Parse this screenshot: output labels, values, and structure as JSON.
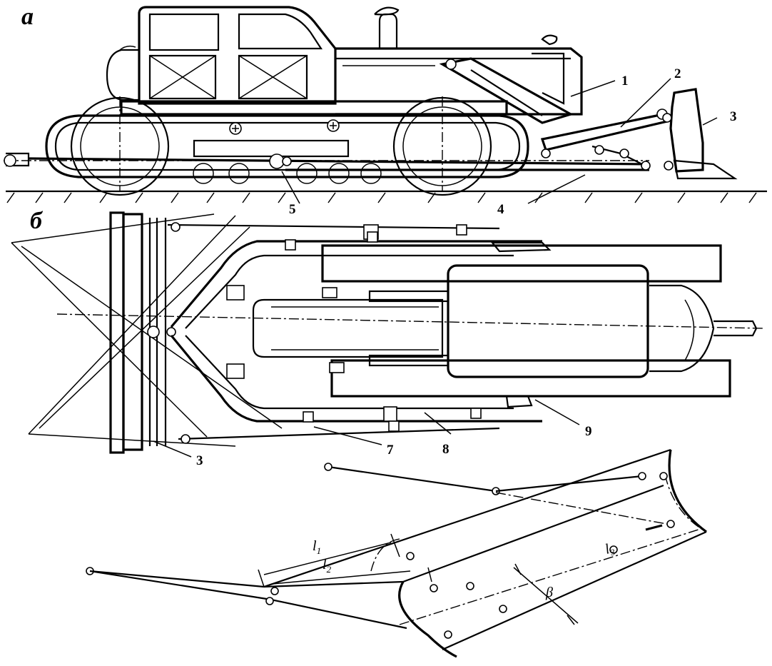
{
  "figure": {
    "panel_labels": [
      "а",
      "б"
    ],
    "part_numbers": [
      "1",
      "2",
      "3",
      "4",
      "5",
      "3",
      "7",
      "8",
      "9"
    ],
    "geometry_symbols": {
      "l1": "l",
      "l1_sub": "1",
      "l2": "l",
      "l2_sub": "2",
      "beta": "β",
      "fragment": "l₃"
    }
  }
}
